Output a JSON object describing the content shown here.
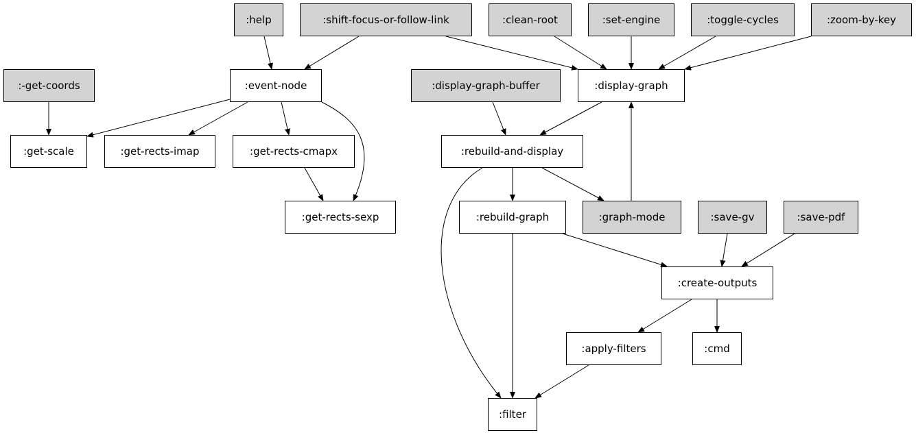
{
  "graph": {
    "nodes": [
      {
        "id": "help",
        "label": ":help",
        "fill": true
      },
      {
        "id": "shift-focus-or-follow-link",
        "label": ":shift-focus-or-follow-link",
        "fill": true
      },
      {
        "id": "clean-root",
        "label": ":clean-root",
        "fill": true
      },
      {
        "id": "set-engine",
        "label": ":set-engine",
        "fill": true
      },
      {
        "id": "toggle-cycles",
        "label": ":toggle-cycles",
        "fill": true
      },
      {
        "id": "zoom-by-key",
        "label": ":zoom-by-key",
        "fill": true
      },
      {
        "id": "get-coords",
        "label": ":-get-coords",
        "fill": true
      },
      {
        "id": "event-node",
        "label": ":event-node",
        "fill": false
      },
      {
        "id": "display-graph-buffer",
        "label": ":display-graph-buffer",
        "fill": true
      },
      {
        "id": "display-graph",
        "label": ":display-graph",
        "fill": false
      },
      {
        "id": "get-scale",
        "label": ":get-scale",
        "fill": false
      },
      {
        "id": "get-rects-imap",
        "label": ":get-rects-imap",
        "fill": false
      },
      {
        "id": "get-rects-cmapx",
        "label": ":get-rects-cmapx",
        "fill": false
      },
      {
        "id": "rebuild-and-display",
        "label": ":rebuild-and-display",
        "fill": false
      },
      {
        "id": "get-rects-sexp",
        "label": ":get-rects-sexp",
        "fill": false
      },
      {
        "id": "rebuild-graph",
        "label": ":rebuild-graph",
        "fill": false
      },
      {
        "id": "graph-mode",
        "label": ":graph-mode",
        "fill": true
      },
      {
        "id": "save-gv",
        "label": ":save-gv",
        "fill": true
      },
      {
        "id": "save-pdf",
        "label": ":save-pdf",
        "fill": true
      },
      {
        "id": "create-outputs",
        "label": ":create-outputs",
        "fill": false
      },
      {
        "id": "apply-filters",
        "label": ":apply-filters",
        "fill": false
      },
      {
        "id": "cmd",
        "label": ":cmd",
        "fill": false
      },
      {
        "id": "filter",
        "label": ":filter",
        "fill": false
      }
    ],
    "edges": [
      {
        "from": "help",
        "to": "event-node"
      },
      {
        "from": "shift-focus-or-follow-link",
        "to": "event-node"
      },
      {
        "from": "shift-focus-or-follow-link",
        "to": "display-graph"
      },
      {
        "from": "clean-root",
        "to": "display-graph"
      },
      {
        "from": "set-engine",
        "to": "display-graph"
      },
      {
        "from": "toggle-cycles",
        "to": "display-graph"
      },
      {
        "from": "zoom-by-key",
        "to": "display-graph"
      },
      {
        "from": "get-coords",
        "to": "get-scale"
      },
      {
        "from": "event-node",
        "to": "get-scale"
      },
      {
        "from": "event-node",
        "to": "get-rects-imap"
      },
      {
        "from": "event-node",
        "to": "get-rects-cmapx"
      },
      {
        "from": "event-node",
        "to": "get-rects-sexp"
      },
      {
        "from": "get-rects-cmapx",
        "to": "get-rects-sexp"
      },
      {
        "from": "display-graph-buffer",
        "to": "rebuild-and-display"
      },
      {
        "from": "display-graph",
        "to": "rebuild-and-display"
      },
      {
        "from": "rebuild-and-display",
        "to": "rebuild-graph"
      },
      {
        "from": "rebuild-and-display",
        "to": "graph-mode"
      },
      {
        "from": "rebuild-and-display",
        "to": "filter"
      },
      {
        "from": "graph-mode",
        "to": "display-graph"
      },
      {
        "from": "rebuild-graph",
        "to": "create-outputs"
      },
      {
        "from": "rebuild-graph",
        "to": "filter"
      },
      {
        "from": "save-gv",
        "to": "create-outputs"
      },
      {
        "from": "save-pdf",
        "to": "create-outputs"
      },
      {
        "from": "create-outputs",
        "to": "apply-filters"
      },
      {
        "from": "create-outputs",
        "to": "cmd"
      },
      {
        "from": "apply-filters",
        "to": "filter"
      }
    ]
  }
}
